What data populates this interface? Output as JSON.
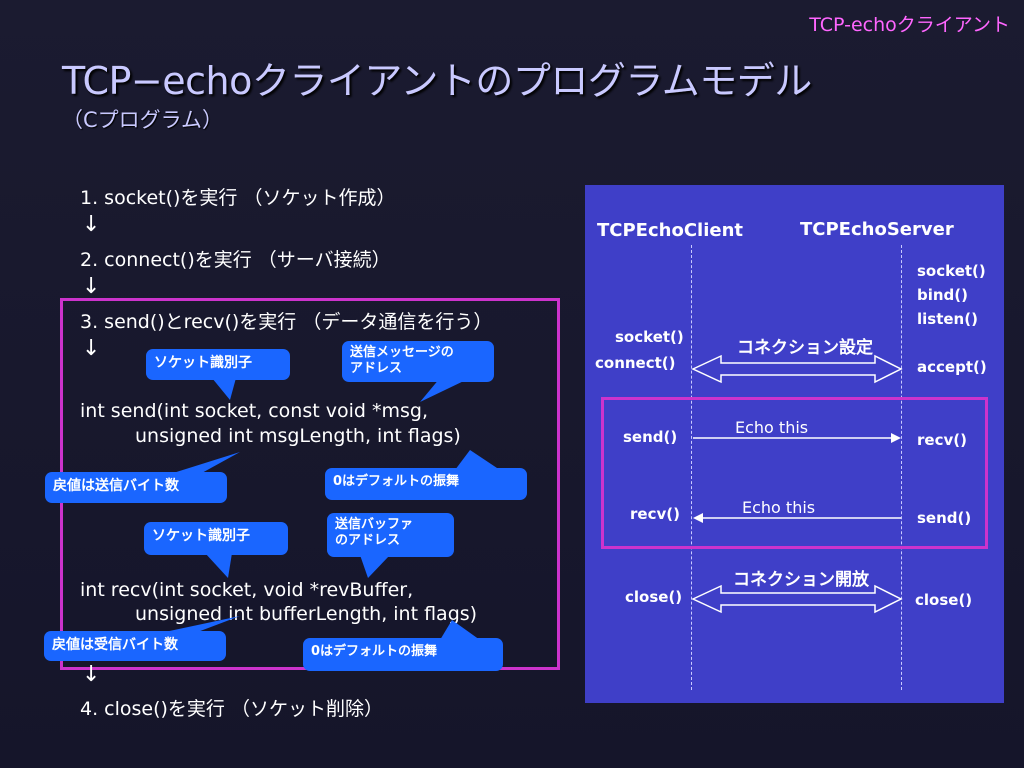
{
  "corner_title": "TCP-echoクライアント",
  "title": "TCP−echoクライアントのプログラムモデル",
  "subtitle": "（Cプログラム）",
  "steps": {
    "s1": "1. socket()を実行 （ソケット作成）",
    "s2": "2. connect()を実行 （サーバ接続）",
    "s3": "3. send()とrecv()を実行 （データ通信を行う）",
    "s4": "4. close()を実行 （ソケット削除）",
    "arrow": "↓"
  },
  "code": {
    "send_line1": "int send(int socket, const void *msg,",
    "send_line2": "unsigned int msgLength, int flags)",
    "recv_line1": "int recv(int socket, void *revBuffer,",
    "recv_line2": "unsigned int bufferLength, int flags)"
  },
  "callouts": {
    "socket_id_1": "ソケット識別子",
    "send_msg_addr": "送信メッセージの\nアドレス",
    "return_send": "戻値は送信バイト数",
    "default_flags_1": "0はデフォルトの振舞",
    "socket_id_2": "ソケット識別子",
    "send_buffer_addr": "送信バッファ\nのアドレス",
    "return_recv": "戻値は受信バイト数",
    "default_flags_2": "0はデフォルトの振舞"
  },
  "diagram": {
    "client_header": "TCPEchoClient",
    "server_header": "TCPEchoServer",
    "server_setup": [
      "socket()",
      "bind()",
      "listen()"
    ],
    "client_socket": "socket()",
    "client_connect": "connect()",
    "connection_setup": "コネクション設定",
    "server_accept": "accept()",
    "client_send": "send()",
    "echo_this_1": "Echo this",
    "server_recv": "recv()",
    "client_recv": "recv()",
    "echo_this_2": "Echo this",
    "server_send": "send()",
    "connection_release": "コネクション開放",
    "client_close": "close()",
    "server_close": "close()"
  },
  "colors": {
    "background": "#1a1a2e",
    "title": "#c9c9ff",
    "accent_magenta": "#cc33cc",
    "callout_blue": "#1a66ff",
    "diagram_bg": "#3f3fc8"
  }
}
